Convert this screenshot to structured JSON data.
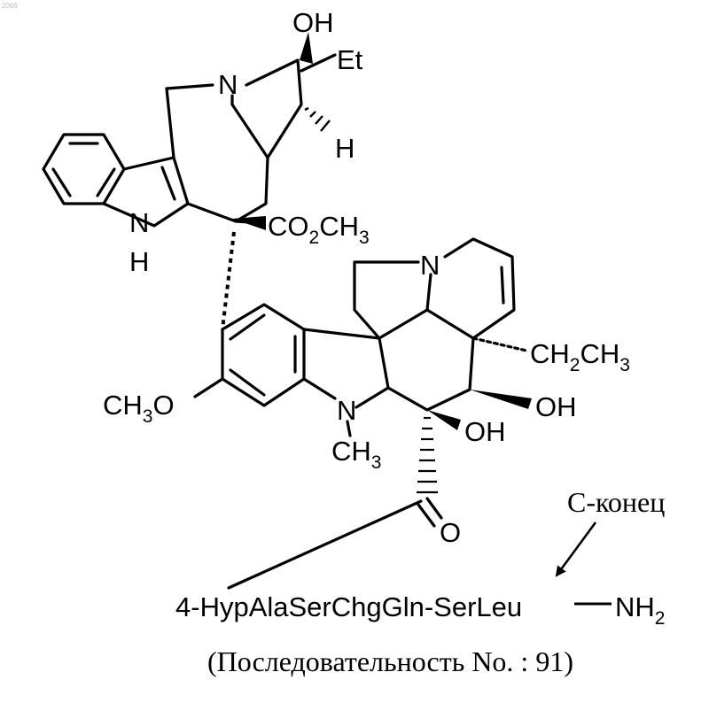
{
  "watermark": "2066",
  "atoms": {
    "oh_top": "OH",
    "et": "Et",
    "n_top": "N",
    "h_right": "H",
    "indole_n": "N",
    "indole_h": "H",
    "ester_co": "CO",
    "ester_sub2": "2",
    "ester_ch": "CH",
    "ester_sub3": "3",
    "n_vindoline": "N",
    "ethyl_ch": "CH",
    "ethyl_sub2": "2",
    "ethyl_ch3": "CH",
    "ethyl_sub3": "3",
    "methoxy_ch": "CH",
    "methoxy_sub3": "3",
    "methoxy_o": "O",
    "n_methyl_n": "N",
    "n_methyl_ch": "CH",
    "n_methyl_sub3": "3",
    "oh_right": "OH",
    "oh_mid": "OH",
    "carbonyl_o": "O"
  },
  "labels": {
    "c_terminus": "С-конец",
    "peptide": "4-HypAlaSerChgGln-SerLeu",
    "nh": "NH",
    "nh_sub": "2",
    "sequence": "(Последовательность No. : 91)"
  }
}
